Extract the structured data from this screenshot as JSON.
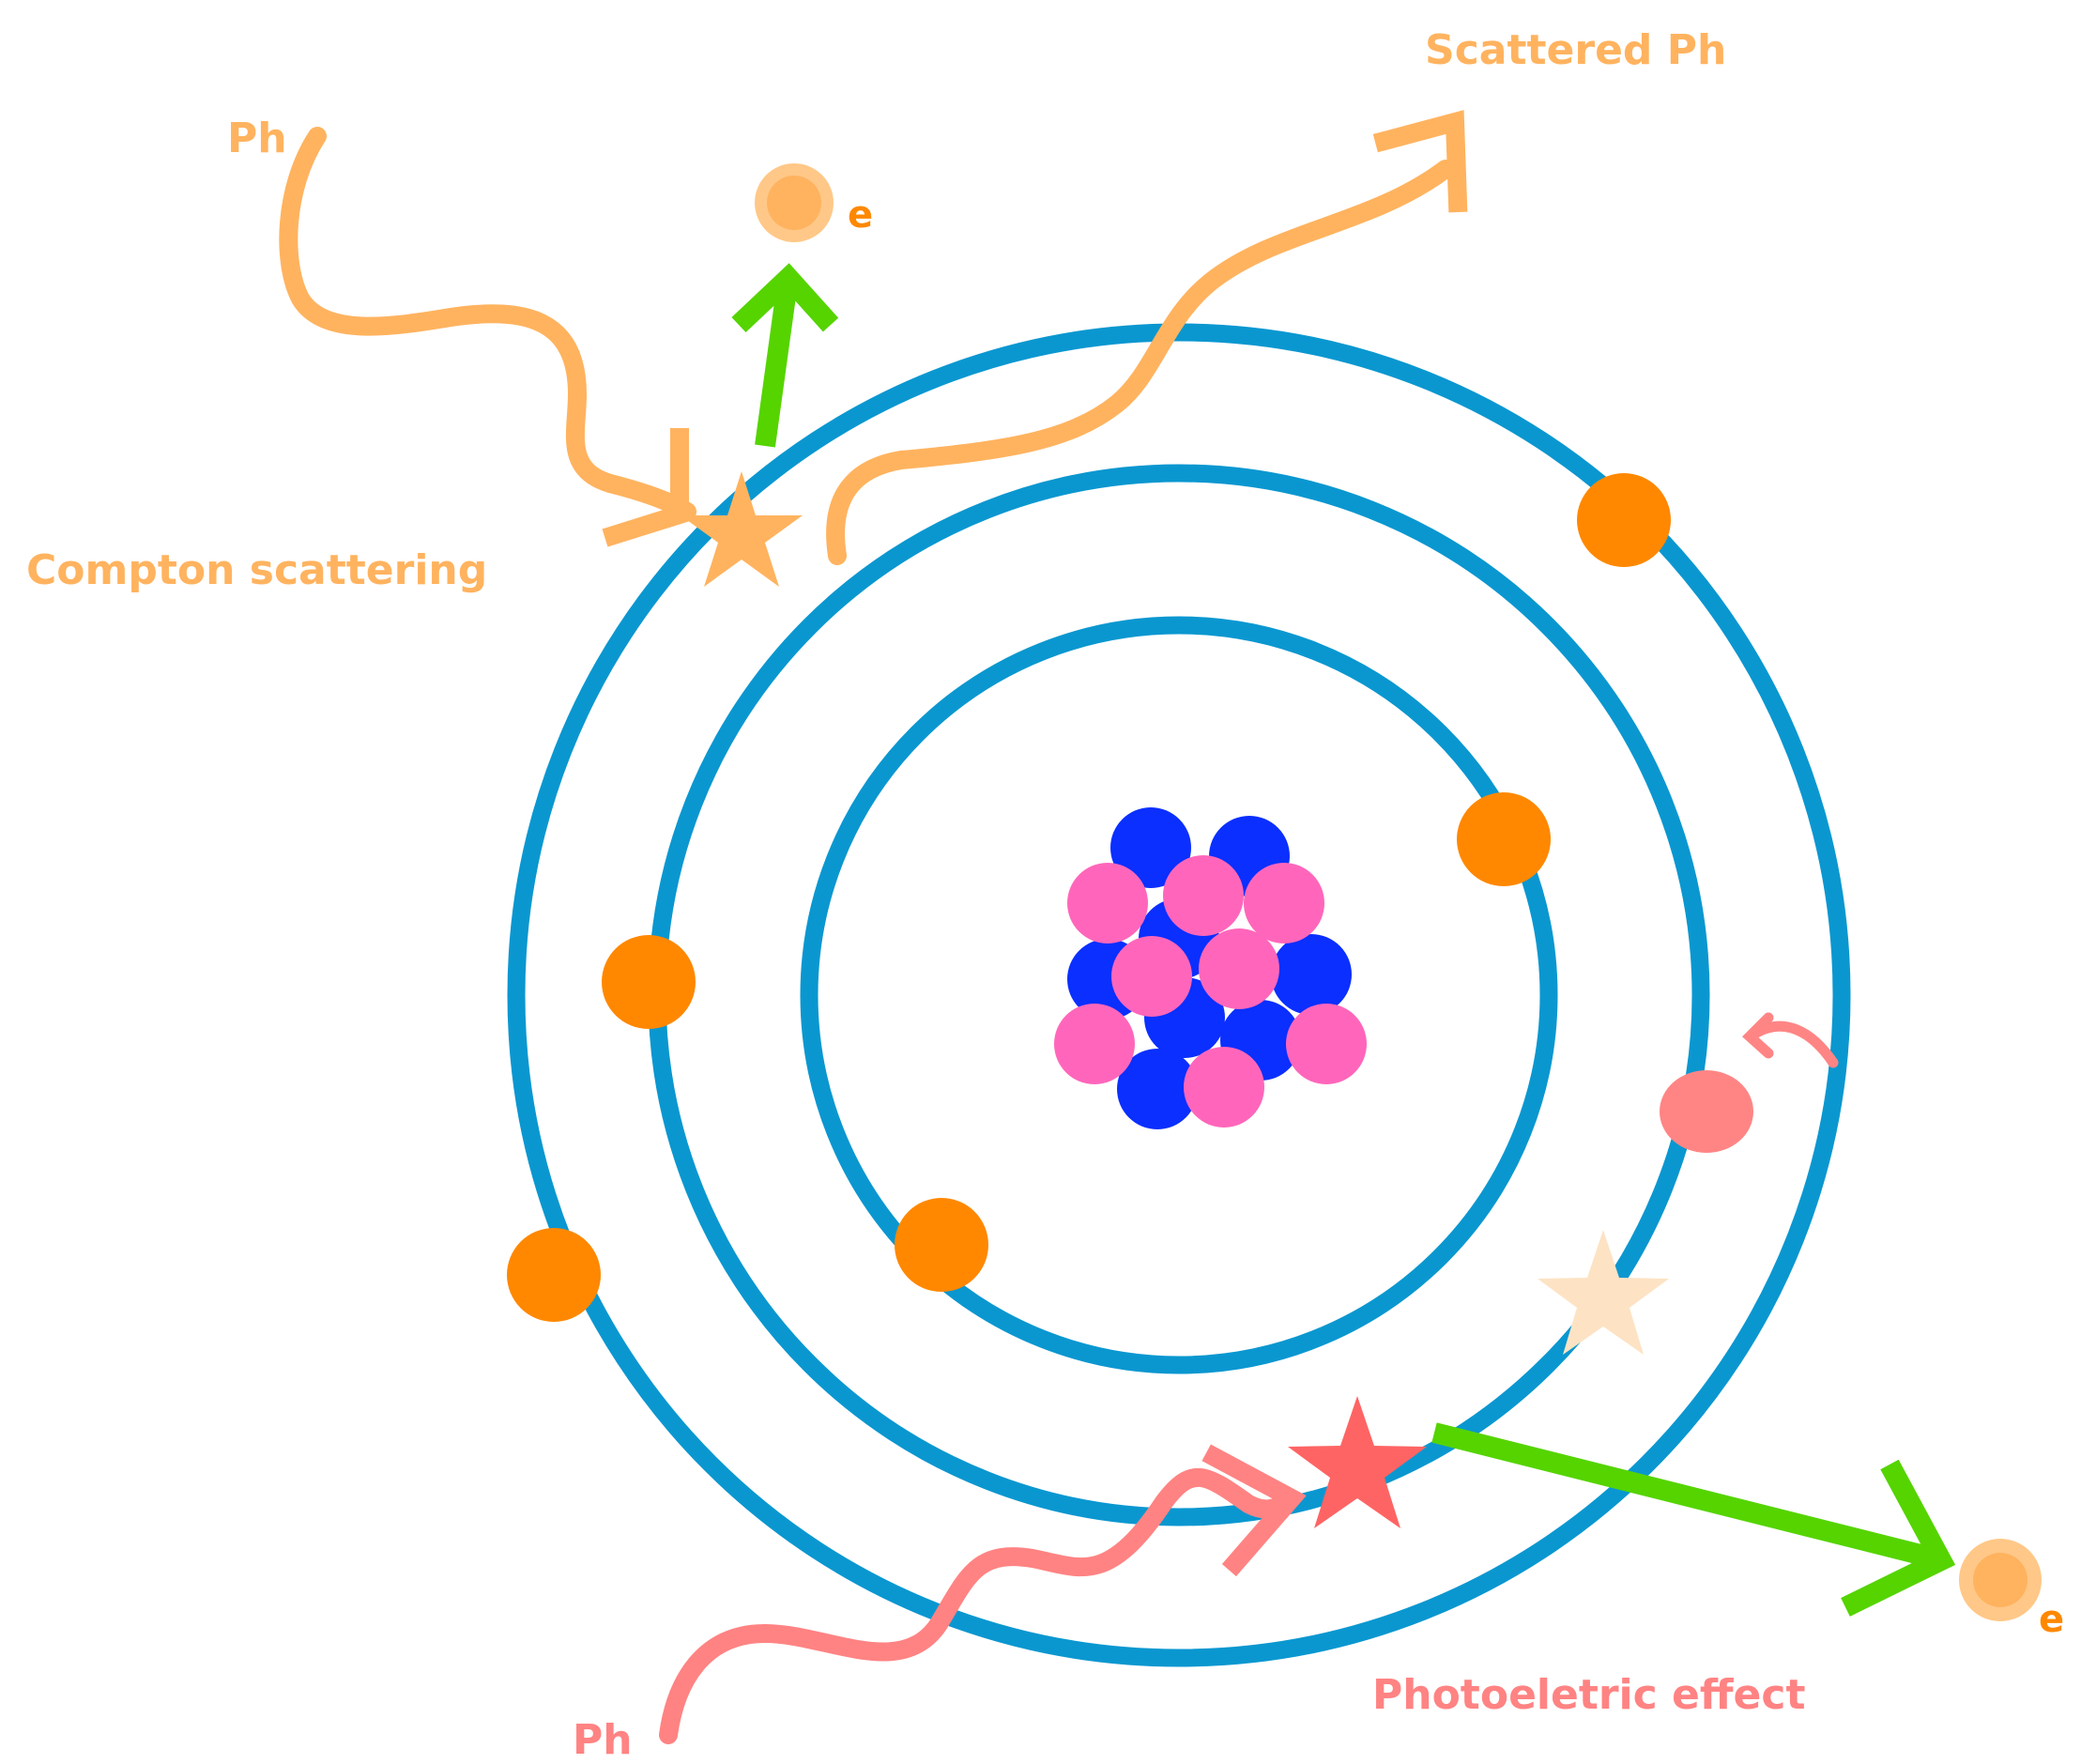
{
  "labels": {
    "ph_compton": "Ph",
    "e_compton": "e",
    "scattered_ph": "Scattered Ph",
    "compton_scattering": "Compton scattering",
    "ph_photo": "Ph",
    "e_photo": "e",
    "photoelectric_effect": "Photoeletric effect"
  },
  "colors": {
    "orbit": "#0a97d0",
    "electron": "#ff8800",
    "proton": "#ff66bb",
    "neutron": "#0a2fff",
    "compton_photon": "#ffb35f",
    "photo_photon": "#ff8383",
    "ejected_arrow": "#55d400",
    "ejected_electron": "#ffbb70",
    "excited_electron": "#ff8585",
    "compton_star": "#ffb35f",
    "photo_star": "#ff6464",
    "faint_star": "#fde3c4"
  },
  "icons": {
    "compton_interaction": "star-icon",
    "photo_interaction": "star-icon",
    "vacancy": "star-icon"
  }
}
